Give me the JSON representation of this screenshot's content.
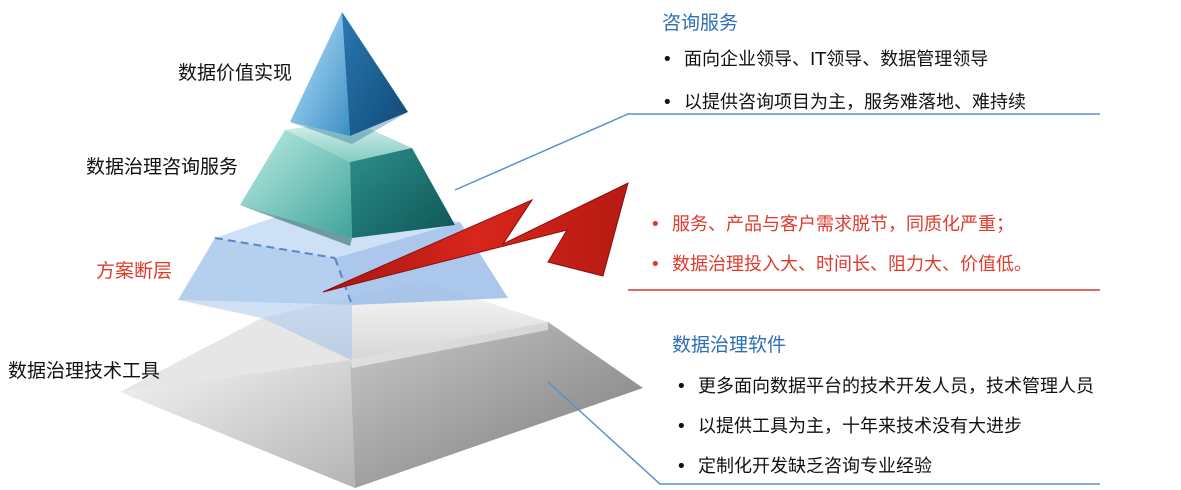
{
  "pyramid_labels": {
    "top": "数据价值实现",
    "consult": "数据治理咨询服务",
    "gap": "方案断层",
    "tools": "数据治理技术工具"
  },
  "consulting": {
    "title": "咨询服务",
    "items": [
      "面向企业领导、IT领导、数据管理领导",
      "以提供咨询项目为主，服务难落地、难持续"
    ]
  },
  "gap_issues": {
    "items": [
      "服务、产品与客户需求脱节，同质化严重；",
      "数据治理投入大、时间长、阻力大、价值低。"
    ]
  },
  "software": {
    "title": "数据治理软件",
    "items": [
      "更多面向数据平台的技术开发人员，技术管理人员",
      "以提供工具为主，十年来技术没有大进步",
      "定制化开发缺乏咨询专业经验"
    ]
  },
  "bullet_char": "•",
  "colors": {
    "accent_blue": "#2f6fb5",
    "accent_red": "#e03a2c",
    "line_blue": "#5a8fd0"
  }
}
